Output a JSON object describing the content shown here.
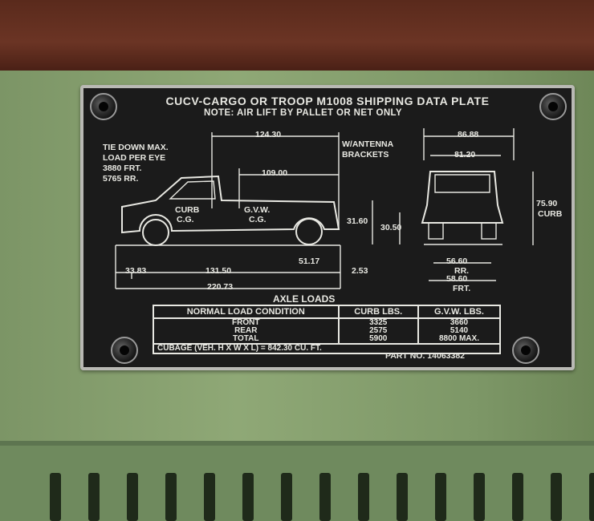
{
  "plate": {
    "title": "CUCV-CARGO OR TROOP M1008 SHIPPING DATA PLATE",
    "note": "NOTE: AIR LIFT BY PALLET OR NET ONLY",
    "tie_down": [
      "TIE DOWN MAX.",
      "LOAD PER EYE",
      "3880 FRT.",
      "5765 RR."
    ],
    "antenna": [
      "W/ANTENNA",
      "BRACKETS"
    ],
    "labels": {
      "curb_cg": [
        "CURB",
        "C.G."
      ],
      "gvw_cg": [
        "G.V.W.",
        "C.G."
      ],
      "curb_right": "CURB",
      "rr": "RR.",
      "frt": "FRT."
    },
    "dims": {
      "d124": "124.30",
      "d109": "109.00",
      "d8688": "86.88",
      "d8120": "81.20",
      "d7590": "75.90",
      "d3160": "31.60",
      "d3050": "30.50",
      "d5117": "51.17",
      "d253": "2.53",
      "d3383": "33.83",
      "d13150": "131.50",
      "d22073": "220.73",
      "d5660": "56.60",
      "d5860": "58.60"
    },
    "axle_title": "AXLE LOADS",
    "table": {
      "headers": [
        "NORMAL LOAD CONDITION",
        "CURB LBS.",
        "G.V.W. LBS."
      ],
      "rows": [
        {
          "cond": "FRONT",
          "curb": "3325",
          "gvw": "3660"
        },
        {
          "cond": "REAR",
          "curb": "2575",
          "gvw": "5140"
        },
        {
          "cond": "TOTAL",
          "curb": "5900",
          "gvw": "8800 MAX."
        }
      ],
      "cubage": "CUBAGE (VEH. H X W X L) = 842.30  CU. FT."
    },
    "part_no": "PART NO. 14063382"
  }
}
